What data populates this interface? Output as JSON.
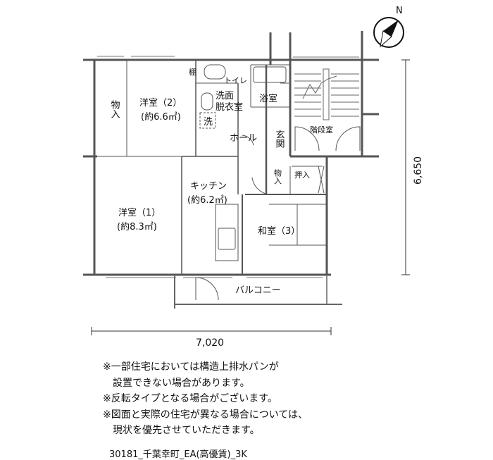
{
  "compass": {
    "label": "N"
  },
  "rooms": {
    "western2_name": "洋室（2）",
    "western2_size": "(約6.6㎡)",
    "western1_name": "洋室（1）",
    "western1_size": "(約8.3㎡)",
    "kitchen_name": "キッチン",
    "kitchen_size": "(約6.2㎡)",
    "washitsu": "和室（3）",
    "hall": "ホール",
    "bath": "浴室",
    "toilet": "トイレ",
    "washroom_1": "洗面",
    "washroom_2": "脱衣室",
    "washer": "洗",
    "shelf": "棚",
    "closet_left": "物入",
    "entrance": "玄関",
    "closet_small": "物入",
    "oshiire": "押入",
    "stairs": "階段室",
    "balcony": "バルコニー"
  },
  "dimensions": {
    "width": "7,020",
    "height": "6,650"
  },
  "notes": [
    "※一部住宅においては構造上排水パンが",
    "設置できない場合があります。",
    "※反転タイプとなる場合がございます。",
    "※図面と実際の住宅が異なる場合については、",
    "現状を優先させていただきます。"
  ],
  "caption": "30181_千葉幸町_EA(高優賃)_3K"
}
